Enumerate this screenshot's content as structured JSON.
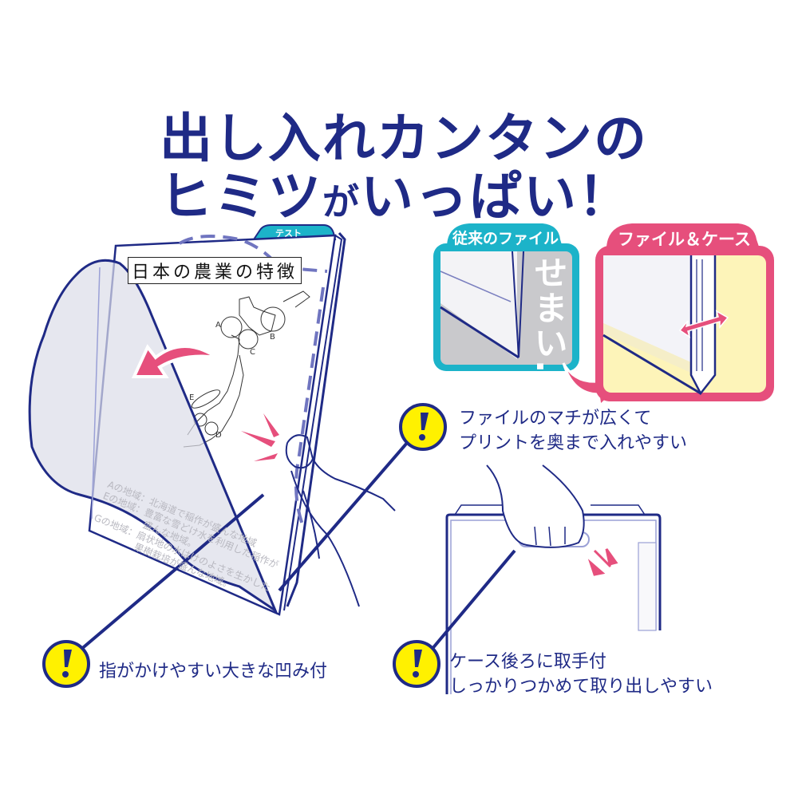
{
  "headline": {
    "line1": "出し入れカンタンの",
    "line2_a": "ヒミツ",
    "line2_b": "が",
    "line2_c": "いっぱい！"
  },
  "comparison": {
    "old_file_label": "従来のファイル",
    "old_file_note": "せまい…",
    "new_file_label": "ファイル＆ケース"
  },
  "paper": {
    "tab_label": "テスト",
    "title": "日本の農業の特徴",
    "map_labels": [
      "A",
      "B",
      "C",
      "D",
      "E"
    ],
    "notes": [
      "Aの地域：北海道で稲作が盛んな地域",
      "Eの地域：豊富な雪どけ水を利用した稲作が",
      "　　　　　盛んな地域。",
      "Gの地域：扇状地の水はけのよさを生かした",
      "　　　　　果樹栽培が盛んな地域。"
    ]
  },
  "callouts": [
    {
      "icon": "exclamation-icon",
      "lines": [
        "指がかけやすい大きな凹み付"
      ]
    },
    {
      "icon": "exclamation-icon",
      "lines": [
        "ファイルのマチが広くて",
        "プリントを奥まで入れやすい"
      ]
    },
    {
      "icon": "exclamation-icon",
      "lines": [
        "ケース後ろに取手付",
        "しっかりつかめて取り出しやすい"
      ]
    }
  ],
  "colors": {
    "navy": "#1f2a86",
    "pink": "#e64f7c",
    "teal": "#1cb3c9",
    "yellow": "#fff100",
    "cream": "#fdf4b9"
  }
}
